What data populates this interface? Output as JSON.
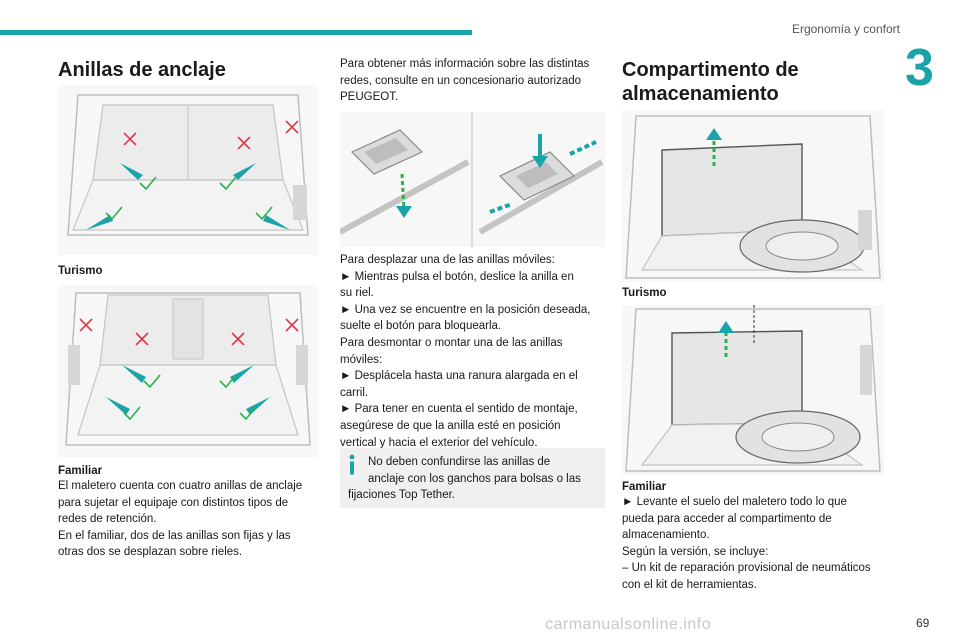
{
  "header": {
    "section_title": "Ergonomía y confort",
    "chapter_number": "3",
    "accent_color": "#1aa3a8"
  },
  "col1": {
    "title": "Anillas de anclaje",
    "caption_1": "Turismo",
    "caption_2": "Familiar",
    "body": [
      "El maletero cuenta con cuatro anillas de anclaje",
      "para sujetar el equipaje con distintos tipos de",
      "redes de retención.",
      "En el familiar, dos de las anillas son fijas y las",
      "otras dos se desplazan sobre rieles."
    ]
  },
  "col2": {
    "intro": [
      "Para obtener más información sobre las distintas",
      "redes, consulte en un concesionario autorizado",
      "PEUGEOT."
    ],
    "steps": [
      "Para desplazar una de las anillas móviles:",
      "► Mientras pulsa el botón, deslice la anilla en",
      "su riel.",
      "► Una vez se encuentre en la posición deseada,",
      "suelte el botón para bloquearla.",
      "Para desmontar o montar una de las anillas",
      "móviles:",
      "► Desplácela hasta una ranura alargada en el",
      "carril.",
      "► Para tener en cuenta el sentido de montaje,",
      "asegúrese de que la anilla esté en posición",
      "vertical y hacia el exterior del vehículo."
    ],
    "note": [
      "No deben confundirse las anillas de",
      "anclaje con los ganchos para bolsas o las",
      "fijaciones Top Tether."
    ]
  },
  "col3": {
    "title_line1": "Compartimento de",
    "title_line2": "almacenamiento",
    "caption_1": "Turismo",
    "caption_2": "Familiar",
    "body": [
      "► Levante el suelo del maletero todo lo que",
      "pueda para acceder al compartimento de",
      "almacenamiento.",
      "Según la versión, se incluye:",
      "– Un kit de reparación provisional de neumáticos",
      "con el kit de herramientas."
    ]
  },
  "footer": {
    "page_number": "69",
    "watermark": "carmanualsonline.info"
  }
}
